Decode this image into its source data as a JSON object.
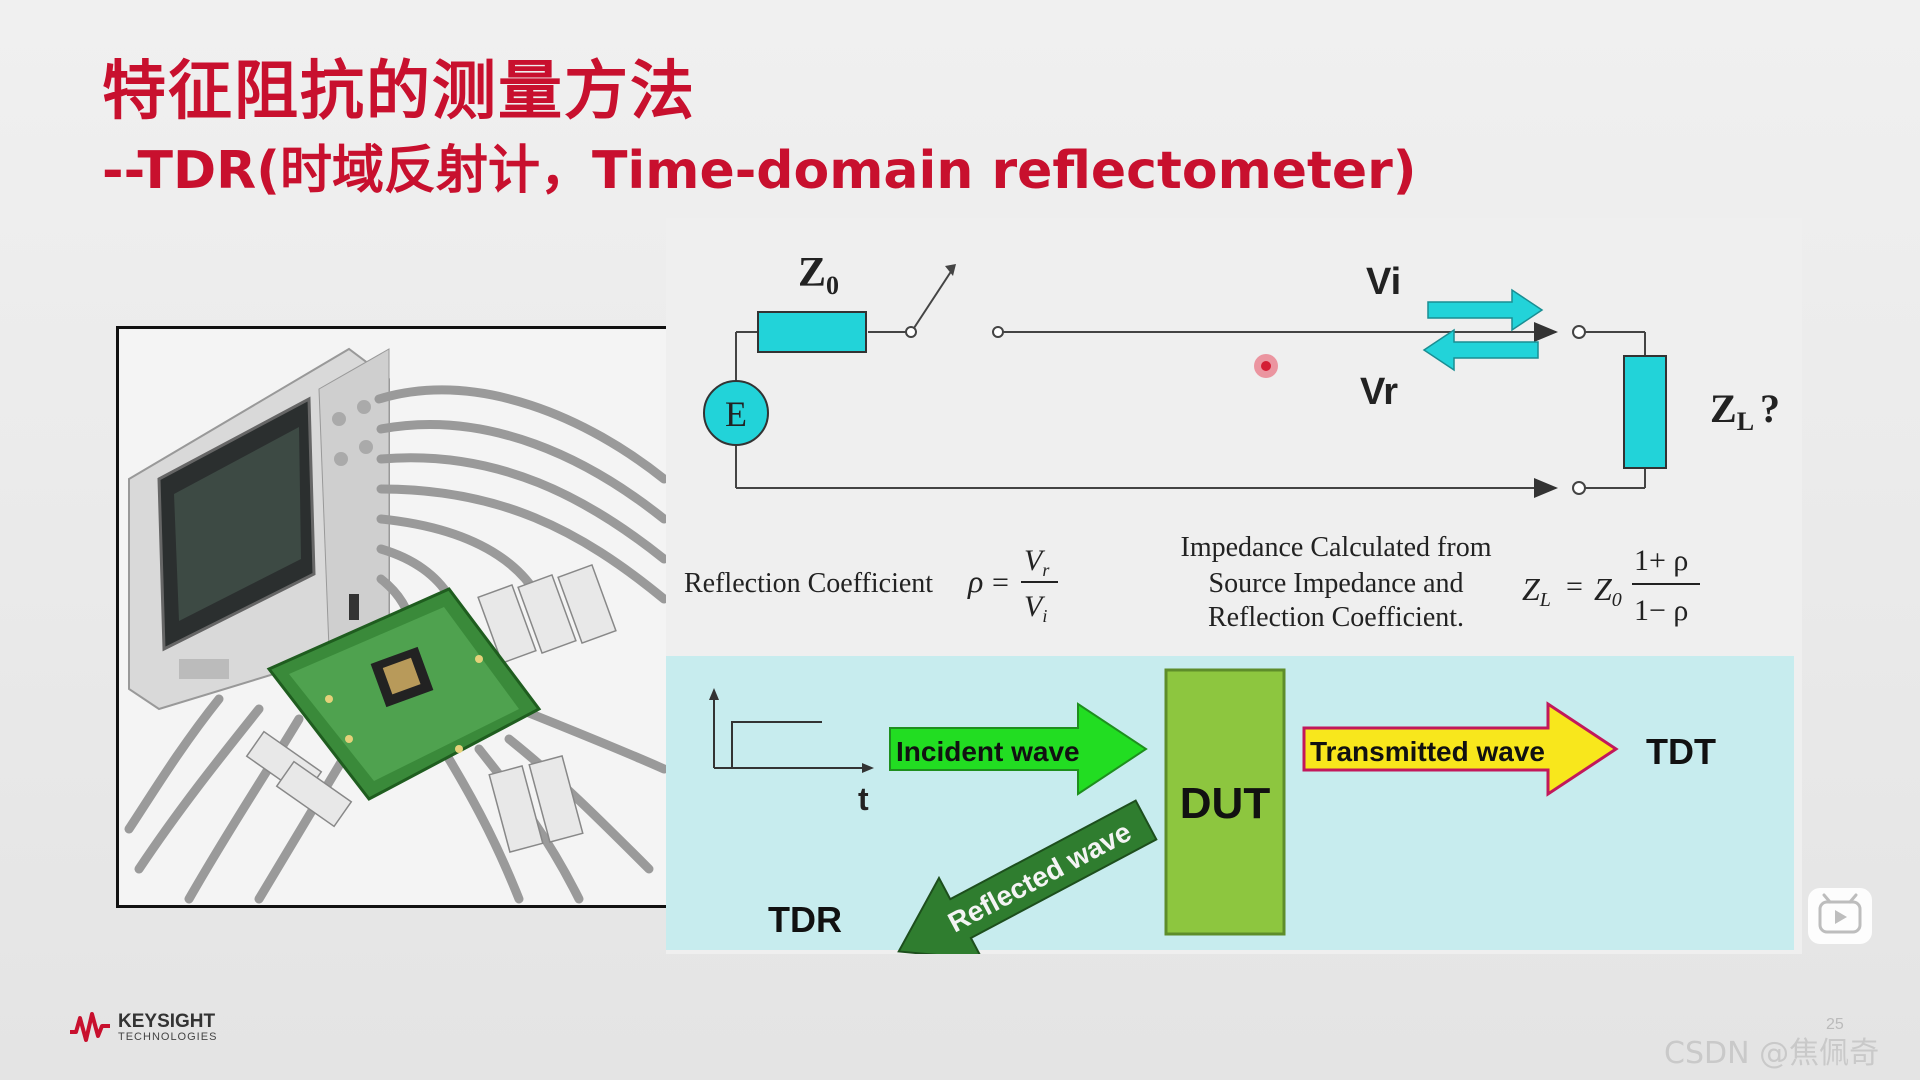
{
  "slide": {
    "title_line1": "特征阻抗的测量方法",
    "title_line2": "--TDR(时域反射计，Time-domain reflectometer)",
    "page_number": "25"
  },
  "brand": {
    "name": "KEYSIGHT",
    "sub": "TECHNOLOGIES",
    "logo_icon": "keysight-wave-logo"
  },
  "watermark": "CSDN @焦佩奇",
  "colors": {
    "title_red": "#c8102e",
    "cyan": "#22d3d9",
    "green_bright": "#22dd22",
    "green_dark": "#2f7d2f",
    "dut_green": "#8dc63f",
    "yellow": "#f8e71c",
    "magenta_border": "#c2185b",
    "panel_cyan": "#c7ecee"
  },
  "circuit": {
    "z0": "Z",
    "z0_sub": "0",
    "source": "E",
    "vi": "Vi",
    "vr": "Vr",
    "zl": "Z",
    "zl_sub": "L",
    "zl_suffix": "?"
  },
  "formulas": {
    "reflection_label": "Reflection Coefficient",
    "rho": "ρ",
    "eq": "=",
    "vr_num": "V",
    "vr_num_sub": "r",
    "vi_den": "V",
    "vi_den_sub": "i",
    "impedance_line1": "Impedance Calculated from",
    "impedance_line2": "Source Impedance and",
    "impedance_line3": "Reflection Coefficient.",
    "zl_formula_lhs": "Z",
    "zl_formula_lhs_sub": "L",
    "zl_formula_z0": "Z",
    "zl_formula_z0_sub": "0",
    "numerator": "1+ ρ",
    "denominator": "1− ρ"
  },
  "wave_diagram": {
    "t_label": "t",
    "incident": "Incident wave",
    "reflected": "Reflected wave",
    "dut": "DUT",
    "transmitted": "Transmitted wave",
    "tdt": "TDT",
    "tdr": "TDR"
  },
  "ui": {
    "video_icon": "video-play-icon"
  }
}
